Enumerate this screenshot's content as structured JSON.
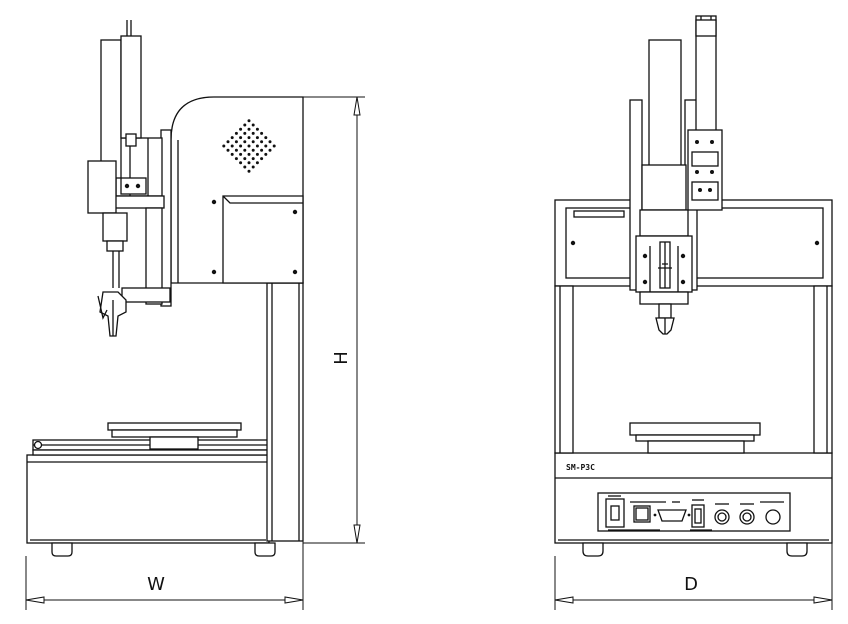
{
  "dimensions": {
    "width_label": "W",
    "height_label": "H",
    "depth_label": "D"
  },
  "front_view": {
    "model_label": "SM-P3C"
  },
  "colors": {
    "line": "#111111",
    "background": "#ffffff",
    "panel_fill": "#f4f4f4"
  }
}
